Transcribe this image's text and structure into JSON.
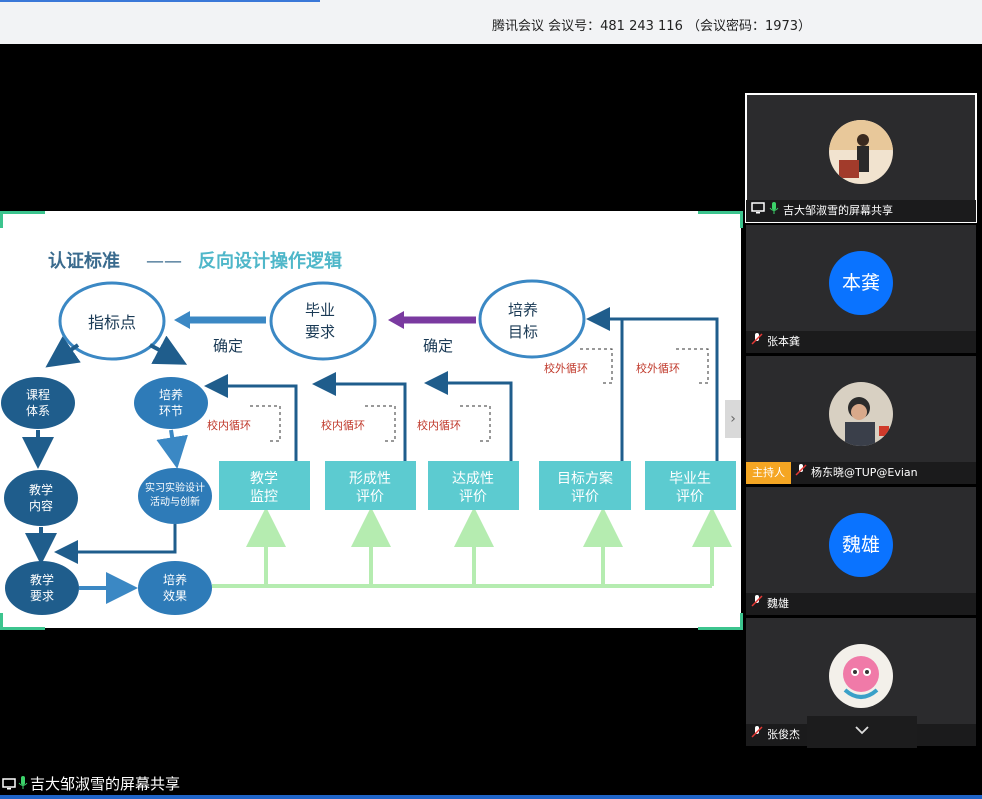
{
  "topbar": {
    "meeting_info": "腾讯会议 会议号：481 243 116 （会议密码：1973）"
  },
  "slide": {
    "title_part1": "认证标准",
    "title_dash": "——",
    "title_part2": "反向设计操作逻辑",
    "nodes": {
      "indicator": "指标点",
      "grad_req_1": "毕业",
      "grad_req_2": "要求",
      "train_goal_1": "培养",
      "train_goal_2": "目标",
      "confirm_1": "确定",
      "confirm_2": "确定",
      "course_1": "课程",
      "course_2": "体系",
      "train_link_1": "培养",
      "train_link_2": "环节",
      "teach_content_1": "教学",
      "teach_content_2": "内容",
      "lab_1": "实习实验设计",
      "lab_2": "活动与创新",
      "teach_req_1": "教学",
      "teach_req_2": "要求",
      "train_effect_1": "培养",
      "train_effect_2": "效果"
    },
    "boxes": [
      {
        "l1": "教学",
        "l2": "监控"
      },
      {
        "l1": "形成性",
        "l2": "评价"
      },
      {
        "l1": "达成性",
        "l2": "评价"
      },
      {
        "l1": "目标方案",
        "l2": "评价"
      },
      {
        "l1": "毕业生",
        "l2": "评价"
      }
    ],
    "loops": {
      "inner_1": "校内循环",
      "inner_2": "校内循环",
      "inner_3": "校内循环",
      "outer_1": "校外循环",
      "outer_2": "校外循环"
    }
  },
  "participants": [
    {
      "name": "吉大邹淑雪的屏幕共享",
      "avatar_type": "photo",
      "icon": "screen-share-icon",
      "mic": "on"
    },
    {
      "name": "张本龚",
      "avatar_text": "本龚",
      "mic": "muted"
    },
    {
      "name": "杨东晓@TUP@Evian",
      "avatar_type": "photo",
      "badge": "主持人",
      "mic": "muted"
    },
    {
      "name": "魏雄",
      "avatar_text": "魏雄",
      "mic": "muted"
    },
    {
      "name": "张俊杰",
      "avatar_type": "cartoon",
      "mic": "muted"
    }
  ],
  "bottom": {
    "share_label": "吉大邹淑雪的屏幕共享"
  },
  "colors": {
    "accent_blue": "#1f5d8c",
    "teal_box": "#5ccbd0",
    "purple_arrow": "#7a3aa0",
    "green_arrow": "#b5ecb0",
    "loop_red": "#c0392b",
    "avatar_blue": "#0a73ff",
    "host_badge": "#f5a623"
  }
}
